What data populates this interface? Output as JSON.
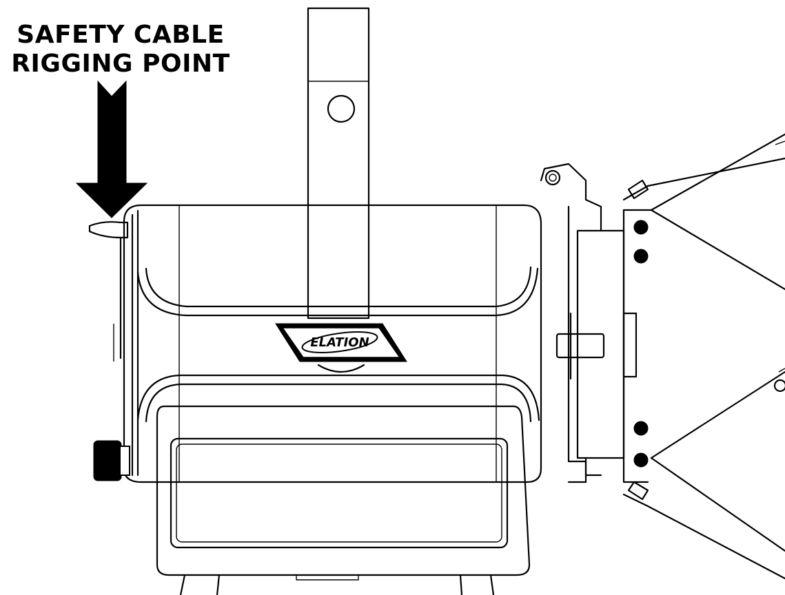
{
  "callout": {
    "line1": "SAFETY CABLE",
    "line2": "RIGGING POINT"
  },
  "logo": {
    "text": "ELATION"
  },
  "colors": {
    "line": "#000000",
    "background": "#ffffff"
  }
}
